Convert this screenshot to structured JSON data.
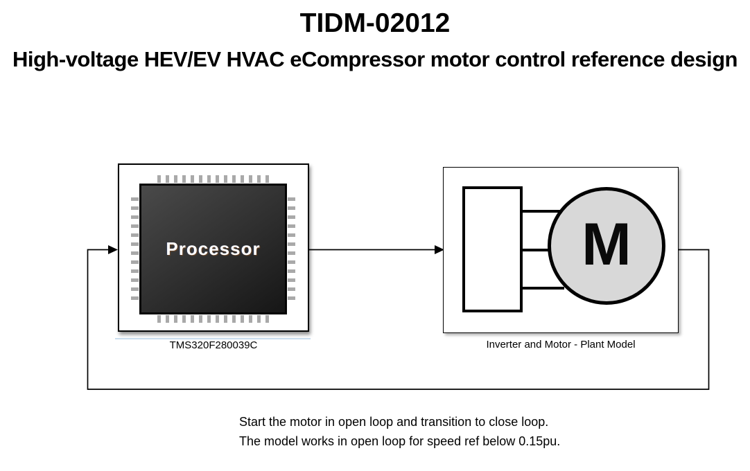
{
  "header": {
    "title": "TIDM-02012",
    "subtitle": "High-voltage HEV/EV HVAC eCompressor motor control reference design"
  },
  "blocks": {
    "processor": {
      "chip_label": "Processor",
      "name": "TMS320F280039C"
    },
    "inverter_motor": {
      "motor_letter": "M",
      "name": "Inverter and Motor - Plant Model"
    }
  },
  "annotation": {
    "line1": "Start the motor in open loop and transition to close loop.",
    "line2": "The model works in open loop for speed ref below 0.15pu."
  },
  "icons": {
    "processor_chip": "microcontroller-chip-icon",
    "inverter": "inverter-bridge-icon",
    "motor": "motor-circle-icon"
  },
  "colors": {
    "background": "#ffffff",
    "wire": "#000000",
    "chip_pin": "#a9a9a9",
    "chip_body_dark": "#161616",
    "chip_body_light": "#4a4a4a",
    "motor_fill": "#d8d8d8",
    "blue_underline": "#c9ddee"
  }
}
